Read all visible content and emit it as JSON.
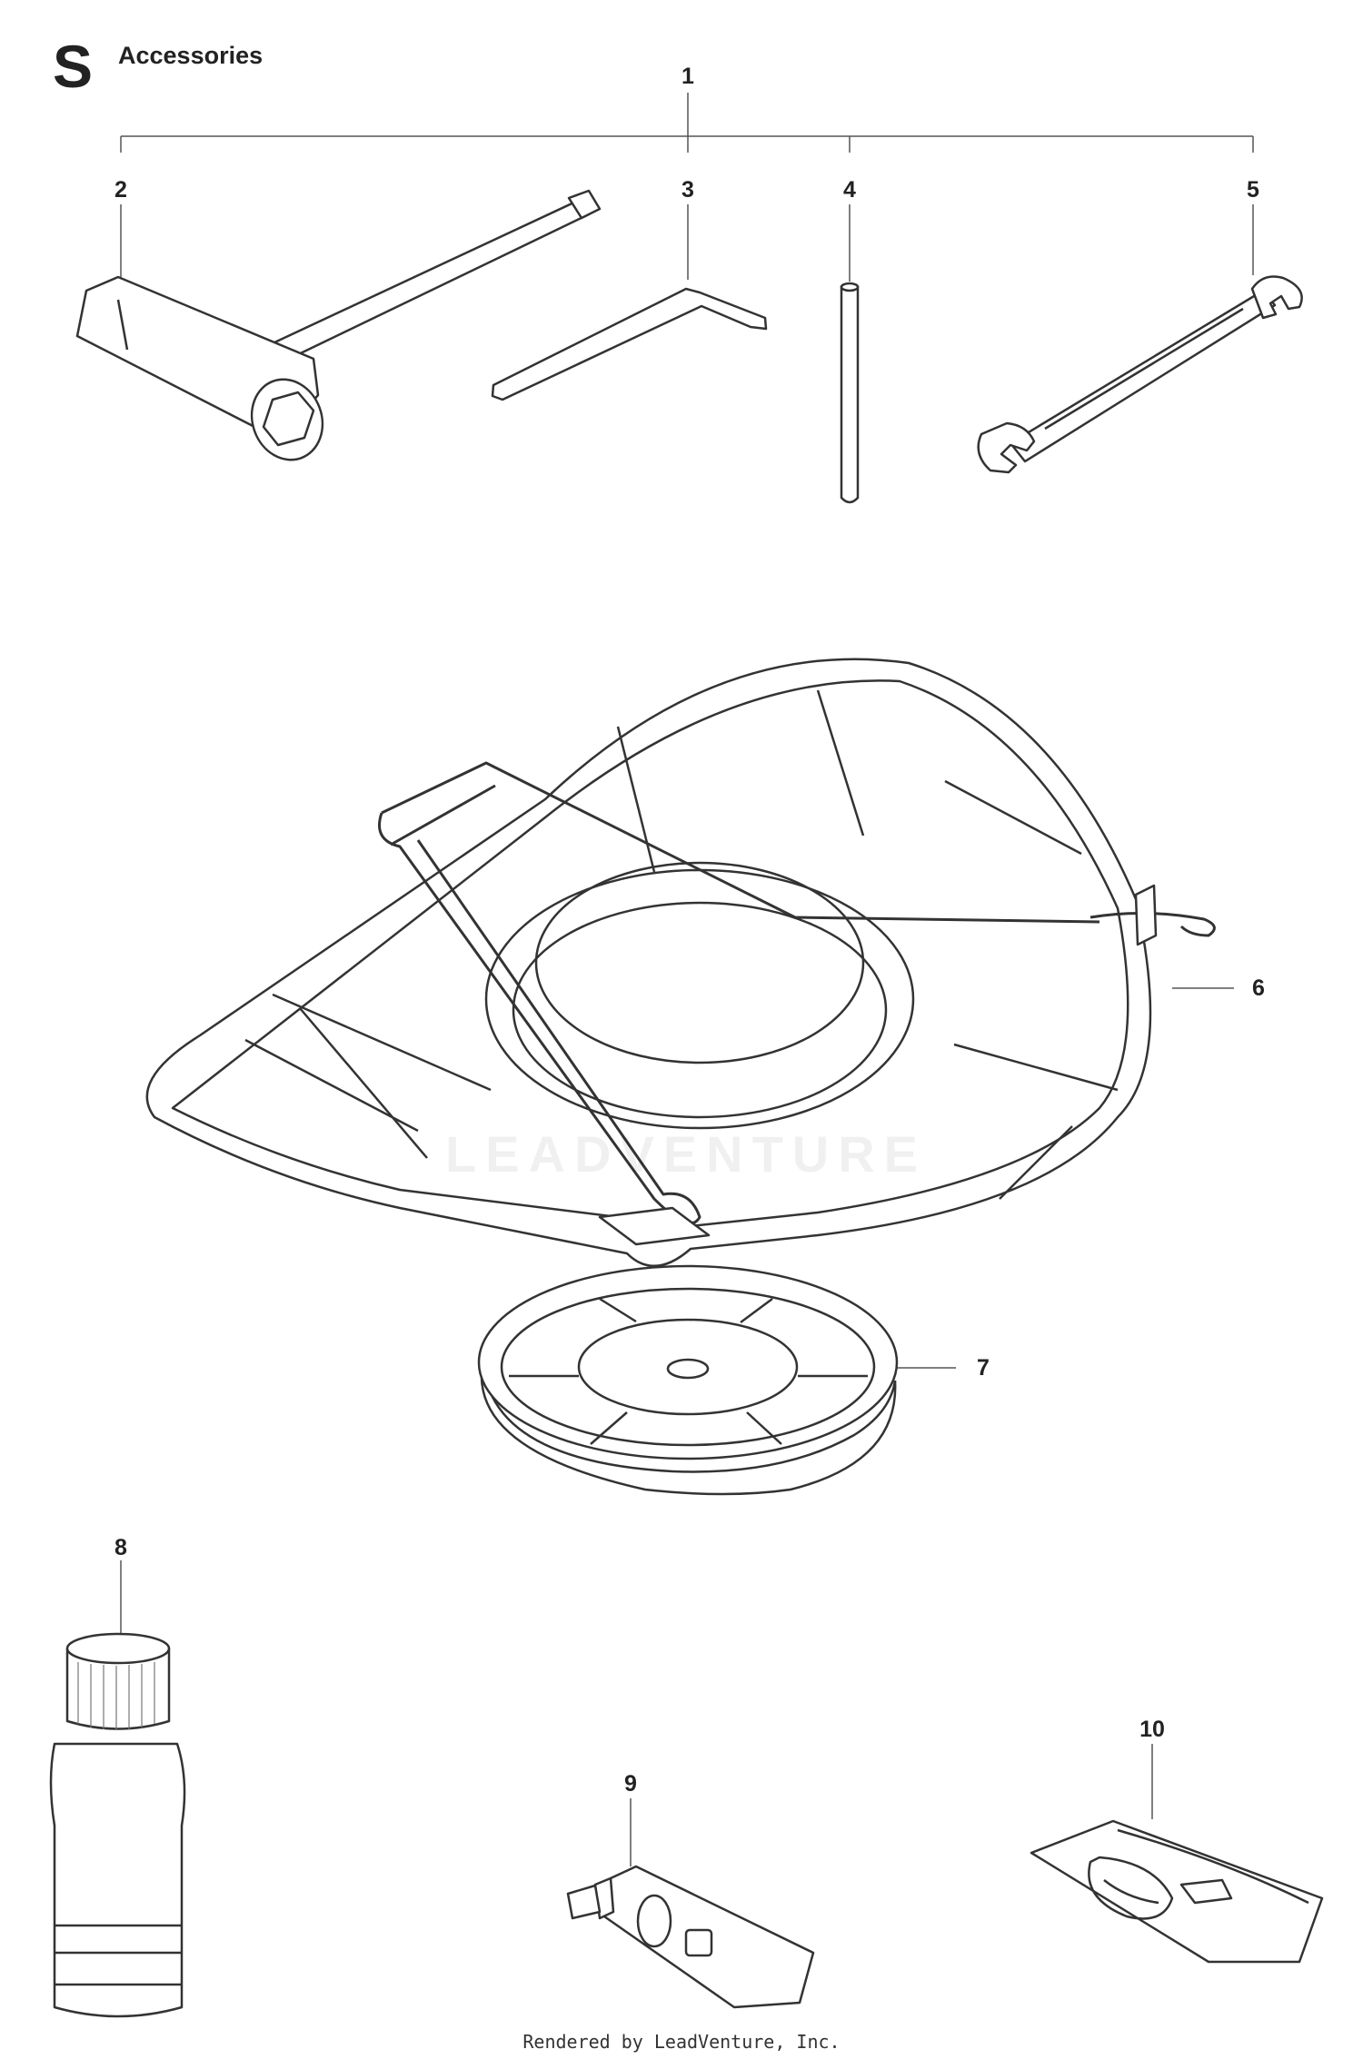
{
  "header": {
    "section_letter": "S",
    "title": "Accessories"
  },
  "callouts": {
    "c1": "1",
    "c2": "2",
    "c3": "3",
    "c4": "4",
    "c5": "5",
    "c6": "6",
    "c7": "7",
    "c8": "8",
    "c9": "9",
    "c10": "10"
  },
  "watermark": "LEADVENTURE",
  "footer": "Rendered by LeadVenture, Inc.",
  "colors": {
    "line": "#333333",
    "leader": "#555555",
    "background": "#ffffff"
  }
}
